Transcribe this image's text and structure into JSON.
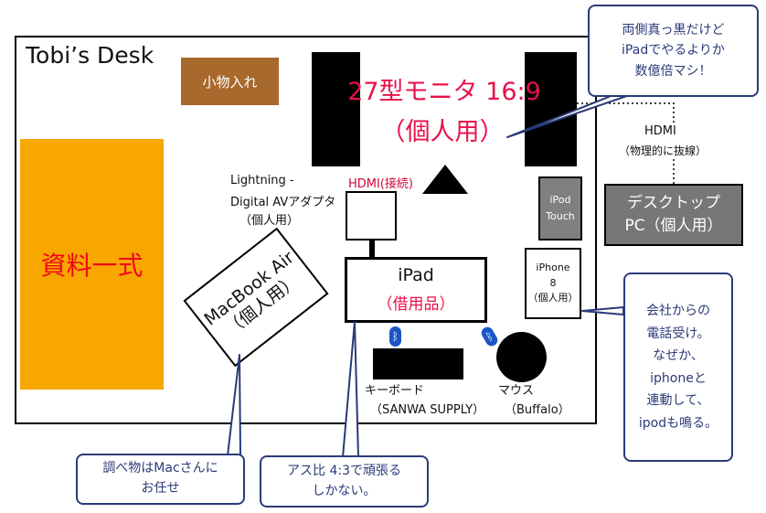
{
  "desk": {
    "title": "Tobi’s Desk"
  },
  "items": {
    "komono": "小物入れ",
    "documents": "資料一式",
    "monitor_line1": "27型モニタ 16:9",
    "monitor_line2": "（個人用）",
    "lightning_l1": "Lightning -",
    "lightning_l2": "Digital AVアダプタ",
    "lightning_l3": "（個人用）",
    "hdmi_connected": "HDMI(接続)",
    "ipad_name": "iPad",
    "ipad_sub": "（借用品）",
    "macbook_l1": "MacBook Air",
    "macbook_l2": "（個人用）",
    "keyboard_l1": "キーボード",
    "keyboard_l2": "（SANWA SUPPLY）",
    "mouse_l1": "マウス",
    "mouse_l2": "（Buffalo）",
    "ipod_l1": "iPod",
    "ipod_l2": "Touch",
    "iphone_l1": "iPhone",
    "iphone_l2": "8",
    "iphone_l3": "（個人用）",
    "pc_l1": "デスクトップ",
    "pc_l2": "PC（個人用）",
    "hdmi_l1": "HDMI",
    "hdmi_l2": "（物理的に抜線）",
    "bluetooth_symbol": "ᛒ"
  },
  "callouts": {
    "monitor_l1": "両側真っ黒だけど",
    "monitor_l2": "iPadでやるよりか",
    "monitor_l3": "数億倍マシ！",
    "iphone_l1": "会社からの",
    "iphone_l2": "電話受け。",
    "iphone_l3": "なぜか、",
    "iphone_l4": "iphoneと",
    "iphone_l5": "連動して、",
    "iphone_l6": "ipodも鳴る。",
    "mac_l1": "調べ物はMacさんに",
    "mac_l2": "お任せ",
    "ipad_l1": "アス比 4:3で頑張る",
    "ipad_l2": "しかない。"
  },
  "colors": {
    "accent_red": "#e8104a",
    "documents_bg": "#f7a700",
    "komono_bg": "#a8692c",
    "callout_border": "#2b3a78",
    "bluetooth": "#1a56c8"
  }
}
